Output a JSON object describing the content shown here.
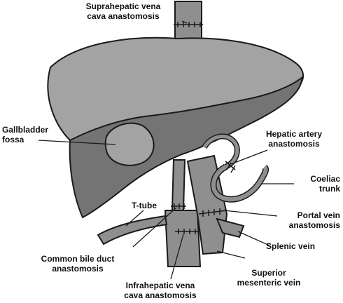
{
  "colors": {
    "liver_light": "#a3a3a3",
    "liver_dark": "#747474",
    "vessel": "#8f8f8f",
    "outline": "#1a1a1a",
    "background": "#ffffff"
  },
  "labels": {
    "suprahepatic": {
      "line1": "Suprahepatic vena",
      "line2": "cava anastomosis"
    },
    "gallbladder": {
      "line1": "Gallbladder",
      "line2": "fossa"
    },
    "hepatic_artery": {
      "line1": "Hepatic artery",
      "line2": "anastomosis"
    },
    "coeliac": {
      "line1": "Coeliac",
      "line2": "trunk"
    },
    "t_tube": {
      "line1": "T-tube"
    },
    "portal_vein": {
      "line1": "Portal vein",
      "line2": "anastomosis"
    },
    "common_bile_duct": {
      "line1": "Common bile duct",
      "line2": "anastomosis"
    },
    "splenic_vein": {
      "line1": "Splenic vein"
    },
    "superior_mesenteric": {
      "line1": "Superior",
      "line2": "mesenteric vein"
    },
    "infrahepatic": {
      "line1": "Infrahepatic vena",
      "line2": "cava anastomosis"
    }
  }
}
